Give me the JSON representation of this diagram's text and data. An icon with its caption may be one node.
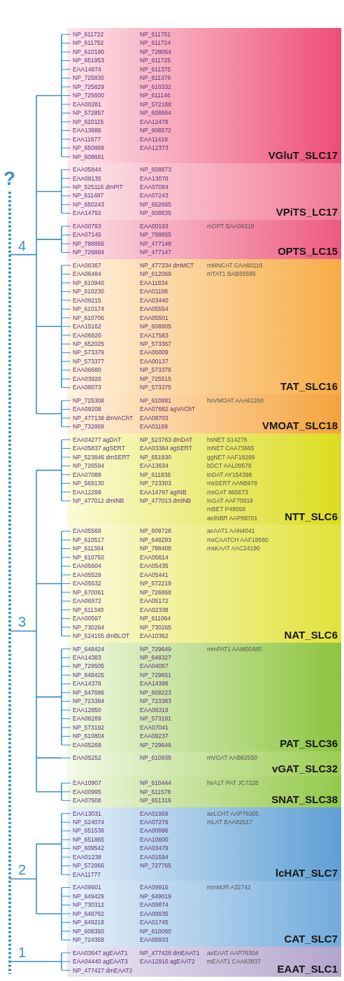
{
  "diagram": {
    "nodes": [
      {
        "text": [
          "VGluT_SLC17",
          "NP_611722",
          "NP_611751",
          "NP_611752",
          "NP_611724",
          "NP_610190",
          "NP_728054",
          "NP_651953",
          "NP_611725",
          "EAA14874",
          "NP_611375",
          "NP_725830",
          "NP_611376",
          "NP_725829",
          "NP_610332",
          "NP_725600",
          "NP_611146",
          "EAA00281",
          "NP_572188",
          "NP_572857",
          "NP_608664",
          "NP_620115",
          "EAA12478",
          "EAA13886",
          "NP_608572",
          "EAA11677",
          "EAA11418",
          "NP_650889",
          "EAA12373",
          "NP_608681"
        ]
      },
      {
        "text": [
          "VPiTS_LC17",
          "EAA05844",
          "NP_608873",
          "EAA09135",
          "EAA13078",
          "NP_525116 dmPIT",
          "EAA07084",
          "NP_611487",
          "EAA07243",
          "NP_650243",
          "NP_652665",
          "EAA14792",
          "NP_608835"
        ]
      },
      {
        "text": [
          "OPTS_LC15",
          "EAA00793",
          "EAA00193",
          "EAA07145",
          "NP_788855",
          "NP_788856",
          "NP_477148",
          "NP_726884",
          "NP_477147",
          "mOPT BAA09318"
        ]
      },
      {
        "text": [
          "TAT_SLC16",
          "EAA06367",
          "NP_477334 dmMCT",
          "EAA06484",
          "NP_612069",
          "NP_610940",
          "EAA11834",
          "NP_610230",
          "EAA01108",
          "EAA09215",
          "EAA03440",
          "NP_610174",
          "EAA05554",
          "NP_610706",
          "EAA05501",
          "EAA15162",
          "NP_608805",
          "EAA06920",
          "EAA17583",
          "NP_652025",
          "NP_573367",
          "NP_573379",
          "EAA06809",
          "NP_573377",
          "EAA00137",
          "EAA06680",
          "NP_573376",
          "EAA03926",
          "NP_725515",
          "EAA08073",
          "NP_573375",
          "mMNCAT CAA60116",
          "mTAT1 BAB55595"
        ]
      },
      {
        "text": [
          "VMOAT_SLC18",
          "NP_725308",
          "NP_610881",
          "EAA09208",
          "EAA07682 agVAChT",
          "NP_477138 dmVAChT",
          "EAA08703",
          "NP_732869",
          "EAA01169",
          "hsVMOAT AAA61260"
        ]
      },
      {
        "text": [
          "NTT_SLC6",
          "EAA04277 agDAT",
          "NP_523763 dmDAT",
          "EAA05837 agSERT",
          "EAA03384 agSERT",
          "NP_523846 dmSERT",
          "NP_651930",
          "NP_726594",
          "EAA13634",
          "EAA07088",
          "NP_611836",
          "NP_569130",
          "NP_723303",
          "EAA12299",
          "EAA14797 agINB",
          "NP_477012 dmINB",
          "NP_477013 dmINB",
          "hsNET S14278",
          "mNET CAA73665",
          "ggNET AAF18299",
          "bDCT AAL09578",
          "tnDAT AY154398",
          "msSERT AAN5978",
          "msGAT 665673",
          "tnGAT AAF70819",
          "mBET P48056",
          "aeINBR AAP88701"
        ]
      },
      {
        "text": [
          "NAT_SLC6",
          "EAA05568",
          "NP_609726",
          "NP_610517",
          "NP_648293",
          "NP_611364",
          "NP_788408",
          "NP_610750",
          "EAA05614",
          "EAA05604",
          "EAA05435",
          "EAA05529",
          "EAA05441",
          "EAA05532",
          "NP_572219",
          "NP_670061",
          "NP_726868",
          "EAA06972",
          "EAA05172",
          "NP_611340",
          "EAA02338",
          "EAA00597",
          "NP_611064",
          "NP_730264",
          "NP_730265",
          "NP_524155 dmBLOT",
          "EAA10362",
          "aeAAT1 AAN4041",
          "msCAATCH AAF18560",
          "msKAAT AAC24190"
        ]
      },
      {
        "text": [
          "PAT_SLC36",
          "NP_648424",
          "NP_729649",
          "EAA14383",
          "NP_648327",
          "NP_729505",
          "EAA04057",
          "NP_648425",
          "NP_729651",
          "EAA14378",
          "EAA14396",
          "NP_647686",
          "NP_609223",
          "NP_723384",
          "NP_723383",
          "EAA12850",
          "EAA06319",
          "EAA06269",
          "NP_573191",
          "NP_573192",
          "EAA07041",
          "NP_610804",
          "EAA09237",
          "EAA05269",
          "NP_729646",
          "mmPAT1 AAM00480"
        ]
      },
      {
        "text": [
          "vGAT_SLC32",
          "EAA05252",
          "NP_610938",
          "mVGAT AAB82550"
        ]
      },
      {
        "text": [
          "SNAT_SLC38",
          "EAA10907",
          "NP_610444",
          "EAA00995",
          "NP_611578",
          "EAA07508",
          "NP_651316",
          "hsA1T PAT JC7328"
        ]
      },
      {
        "text": [
          "lcHAT_SLC7",
          "EAA13031",
          "EAA01959",
          "NP_524074",
          "EAA07276",
          "NP_651536",
          "EAA00996",
          "NP_651865",
          "EAA10600",
          "NP_609542",
          "EAA03479",
          "EAA01238",
          "EAA01594",
          "NP_572966",
          "NP_727765",
          "EAA11777",
          "aeLCHT AAP76305",
          "mLAT BAA82517"
        ]
      },
      {
        "text": [
          "CAT_SLC7",
          "EAA09601",
          "EAA09916",
          "NP_649429",
          "NP_649019",
          "NP_730312",
          "EAA09874",
          "NP_648762",
          "EAA09935",
          "NP_649219",
          "EAA01745",
          "NP_608350",
          "NP_610060",
          "NP_724358",
          "EAA05933",
          "mmMJR A32742"
        ]
      },
      {
        "text": [
          "EAAT_SLC1",
          "EAA03647 agEAAT1",
          "NP_477428 dmEAAT1",
          "EAA04440 agEAAT3",
          "EAA12916 agEAAT2",
          "NP_477427 dmEAAT2",
          "aeEAAT AAP76304",
          "mEAAT1 CAA63937"
        ]
      }
    ],
    "labels": [
      "?",
      "4",
      "3",
      "2",
      "1"
    ]
  }
}
